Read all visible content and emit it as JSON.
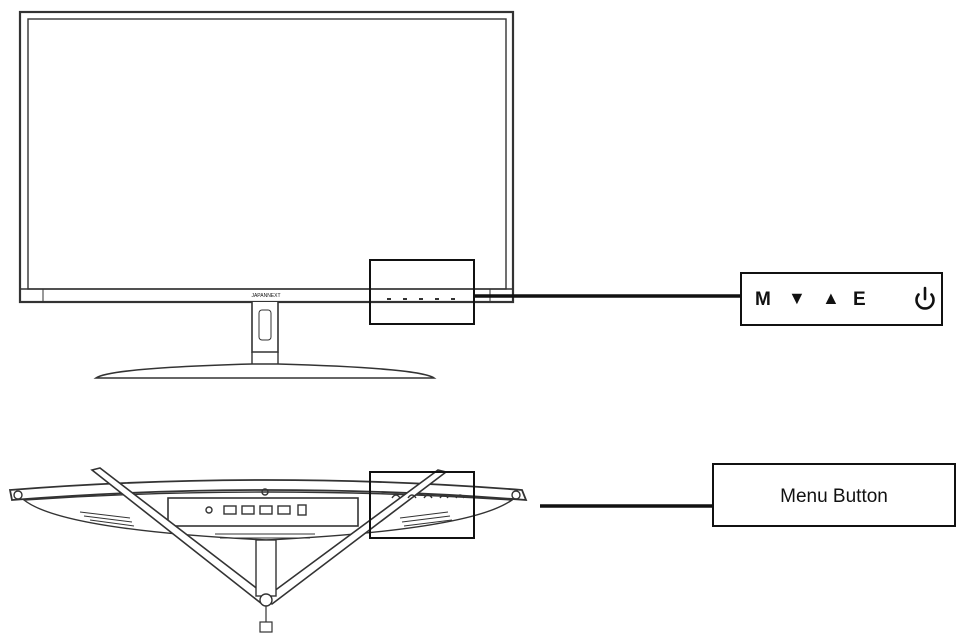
{
  "monitor": {
    "brand_text": "JAPANNEXT"
  },
  "callout_front": {
    "label_m": "M",
    "label_e": "E",
    "down_glyph": "▼",
    "up_glyph": "▲",
    "power_icon": "power-icon"
  },
  "callout_bottom": {
    "label": "Menu Button"
  },
  "colors": {
    "line": "#111111",
    "background": "#ffffff",
    "outline": "#333333"
  }
}
